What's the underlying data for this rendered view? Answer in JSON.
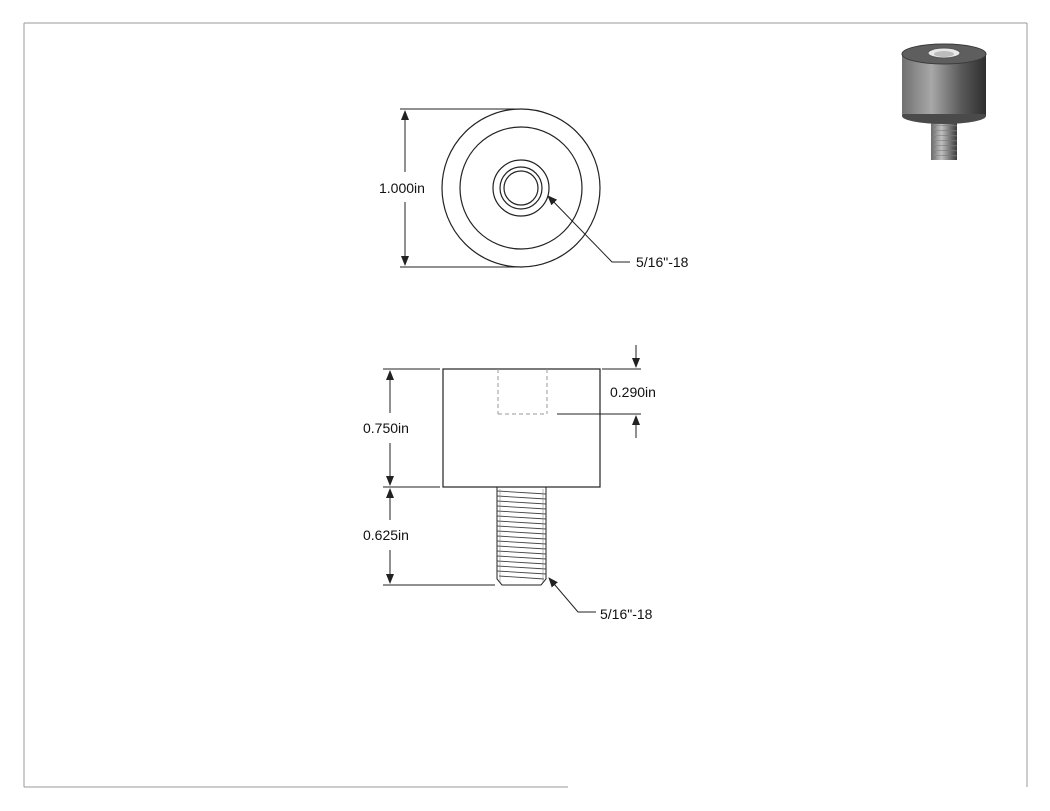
{
  "drawing": {
    "colors": {
      "line": "#222222",
      "border": "#9a9a9a",
      "hidden_line": "#9a9a9a",
      "iso_body_light": "#9c9c9c",
      "iso_body_dark": "#3a3a3a",
      "iso_top": "#5a5a5a"
    },
    "front_view": {
      "diameter_label": "1.000in",
      "thread_callout": "5/16\"-18"
    },
    "side_view": {
      "counterbore_depth_label": "0.290in",
      "body_height_label": "0.750in",
      "stud_length_label": "0.625in",
      "thread_callout": "5/16\"-18"
    },
    "iso_view": {
      "icon": "standoff-isometric-icon"
    }
  }
}
